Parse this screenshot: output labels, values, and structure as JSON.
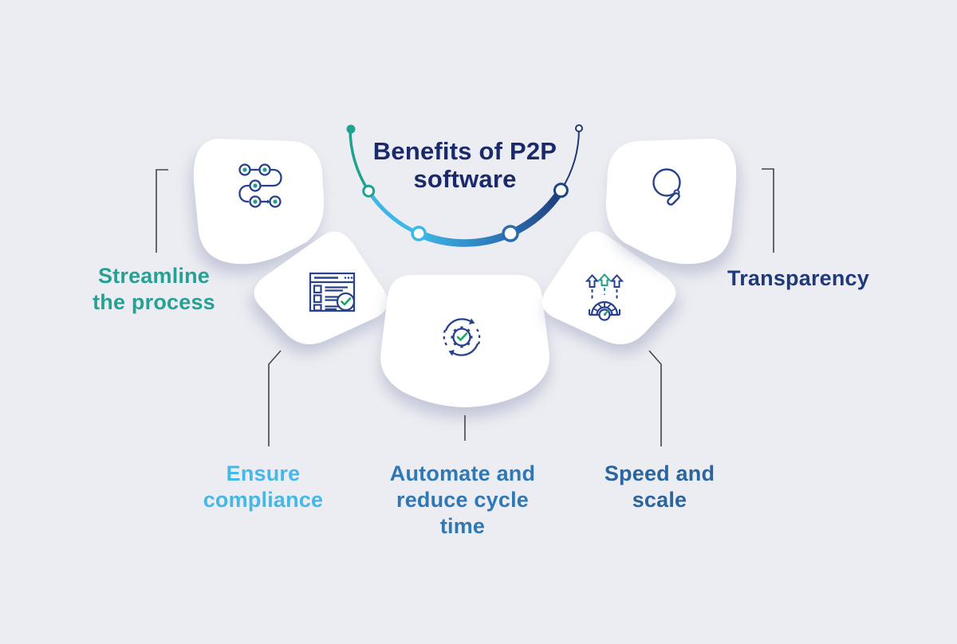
{
  "title": {
    "lines": [
      "Benefits of P2P",
      "software"
    ]
  },
  "benefits": [
    {
      "name": "streamline-the-process",
      "lines": [
        "Streamline",
        "the process"
      ],
      "color": "#27a193",
      "icon": "process-flow-icon"
    },
    {
      "name": "ensure-compliance",
      "lines": [
        "Ensure",
        "compliance"
      ],
      "color": "#45b8e8",
      "icon": "checklist-icon"
    },
    {
      "name": "automate-and-reduce-cycle-time",
      "lines": [
        "Automate and",
        "reduce cycle",
        "time"
      ],
      "color": "#2e78b5",
      "icon": "gear-sync-icon"
    },
    {
      "name": "speed-and-scale",
      "lines": [
        "Speed and",
        "scale"
      ],
      "color": "#2a659f",
      "icon": "speedometer-growth-icon"
    },
    {
      "name": "transparency",
      "lines": [
        "Transparency"
      ],
      "color": "#20397a",
      "icon": "magnifier-icon"
    }
  ],
  "colors": {
    "background": "#ecedf2",
    "card": "#ffffff",
    "title_text": "#1a296b",
    "icon_stroke": "#27418c",
    "icon_teal": "#1fa08f",
    "icon_green": "#1ea564",
    "arc_teal": "#1fa390",
    "arc_cyan": "#3db6e8",
    "arc_steel_blue": "#2e7fc2",
    "arc_navy": "#1d3a74",
    "connector_line": "#43454b"
  }
}
